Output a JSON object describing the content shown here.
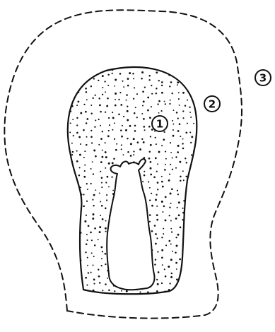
{
  "diagram": {
    "labels": {
      "zone_1": "1",
      "zone_2": "2",
      "zone_3": "3"
    },
    "colors": {
      "ink": "#111111",
      "background": "#ffffff"
    }
  }
}
